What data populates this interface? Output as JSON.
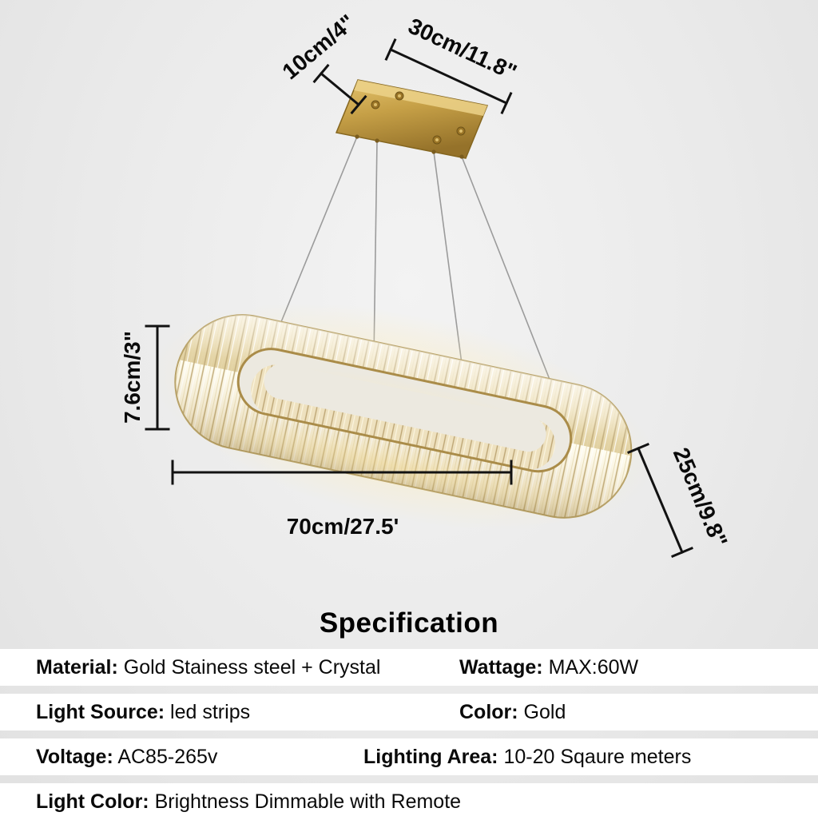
{
  "page": {
    "background": "#e9e9e9"
  },
  "diagram": {
    "subject": "gold-oval-crystal-chandelier",
    "dimensions": {
      "canopy_depth": "10cm/4\"",
      "canopy_width": "30cm/11.8\"",
      "ring_height": "7.6cm/3\"",
      "ring_length": "70cm/27.5'",
      "ring_width": "25cm/9.8\""
    },
    "colors": {
      "gold": "#c2a24f",
      "crystal_warm": "#f7eed5",
      "glow": "#ffe9a6",
      "dimension_lines": "#121212"
    }
  },
  "specification": {
    "title": "Specification",
    "rows": [
      {
        "cells": [
          {
            "label": "Material:",
            "value": " Gold Stainess steel + Crystal"
          },
          {
            "label": "Wattage:",
            "value": " MAX:60W"
          }
        ]
      },
      {
        "cells": [
          {
            "label": "Light Source:",
            "value": " led strips"
          },
          {
            "label": "Color:",
            "value": " Gold"
          }
        ]
      },
      {
        "cells": [
          {
            "label": "Voltage:",
            "value": " AC85-265v"
          },
          {
            "label": "Lighting Area:",
            "value": " 10-20 Sqaure meters"
          }
        ]
      },
      {
        "cells": [
          {
            "label": "Light Color:",
            "value": " Brightness Dimmable with Remote"
          }
        ]
      }
    ]
  }
}
